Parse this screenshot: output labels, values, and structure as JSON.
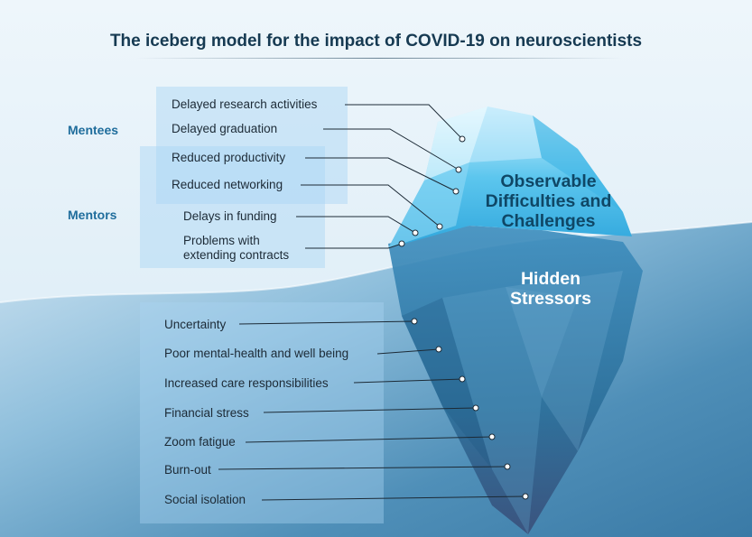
{
  "title": "The iceberg model for the impact of COVID-19 on neuroscientists",
  "groups": {
    "mentees": "Mentees",
    "mentors": "Mentors"
  },
  "observable": {
    "heading": "Observable Difficulties and Challenges",
    "lines": [
      "Observable",
      "Difficulties and",
      "Challenges"
    ],
    "items": [
      "Delayed research activities",
      "Delayed  graduation",
      "Reduced productivity",
      "Reduced networking",
      "Delays in funding",
      "Problems with extending contracts"
    ],
    "multiline": {
      "problems_line1": "Problems with",
      "problems_line2": "extending contracts"
    }
  },
  "hidden": {
    "heading": "Hidden Stressors",
    "lines": [
      "Hidden",
      "Stressors"
    ],
    "items": [
      "Uncertainty",
      "Poor mental-health and well being",
      "Increased care responsibilities",
      "Financial stress",
      "Zoom fatigue",
      "Burn-out",
      "Social isolation"
    ]
  },
  "colors": {
    "title": "#163a52",
    "group_label": "#1f6d9c",
    "water": "#4f8fb8",
    "ice_top": "#5cc6ee",
    "ice_deep": "#2c6f9a"
  }
}
